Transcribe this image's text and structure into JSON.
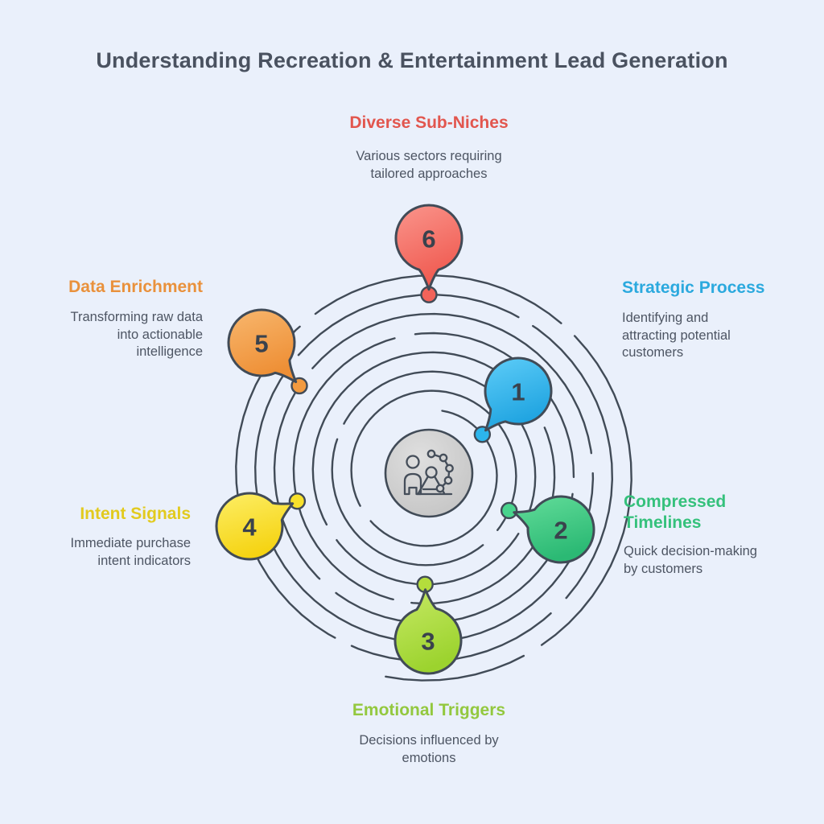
{
  "title": "Understanding Recreation & Entertainment Lead Generation",
  "colors": {
    "background": "#eaf0fb",
    "outline": "#414b57",
    "title_text": "#4a5260",
    "body_text": "#4d5563",
    "center_fill": "#cfcfcf"
  },
  "center": {
    "icon": "person-ferris-wheel-icon"
  },
  "items": [
    {
      "num": "1",
      "heading": "Strategic Process",
      "desc": "Identifying and attracting potential customers",
      "heading_color": "#2ba9de",
      "fill_light": "#5ecdf8",
      "fill_dark": "#1ea3e0",
      "dot_color": "#2cb5ec"
    },
    {
      "num": "2",
      "heading": "Compressed Timelines",
      "desc": "Quick decision-making by customers",
      "heading_color": "#35c17c",
      "fill_light": "#63dd9a",
      "fill_dark": "#2bb974",
      "dot_color": "#48d48d"
    },
    {
      "num": "3",
      "heading": "Emotional Triggers",
      "desc": "Decisions influenced by emotions",
      "heading_color": "#93c83e",
      "fill_light": "#c6e964",
      "fill_dark": "#9cd32e",
      "dot_color": "#b4dd3c"
    },
    {
      "num": "4",
      "heading": "Intent Signals",
      "desc": "Immediate purchase intent indicators",
      "heading_color": "#e2ca1e",
      "fill_light": "#fdee66",
      "fill_dark": "#f5d311",
      "dot_color": "#f8e12b"
    },
    {
      "num": "5",
      "heading": "Data Enrichment",
      "desc": "Transforming raw data into actionable intelligence",
      "heading_color": "#e9913c",
      "fill_light": "#f8b76e",
      "fill_dark": "#ee8f35",
      "dot_color": "#f29a3f"
    },
    {
      "num": "6",
      "heading": "Diverse Sub-Niches",
      "desc": "Various sectors requiring tailored approaches",
      "heading_color": "#e2564e",
      "fill_light": "#fa958c",
      "fill_dark": "#f05a50",
      "dot_color": "#f2635a"
    }
  ]
}
